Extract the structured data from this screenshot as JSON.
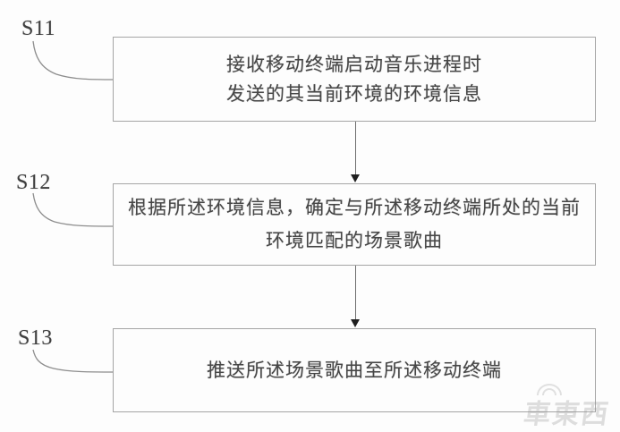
{
  "figure": {
    "type": "flowchart",
    "background": "#fdfdfd",
    "box_border_color": "#a5a5a5",
    "text_color": "#464646",
    "arrow_color": "#1f1f1f",
    "steps": [
      {
        "id": "S11",
        "lines": [
          "接收移动终端启动音乐进程时",
          "发送的其当前环境的环境信息"
        ]
      },
      {
        "id": "S12",
        "lines": [
          "根据所述环境信息，确定与所述移动终端所处的当前",
          "环境匹配的场景歌曲"
        ]
      },
      {
        "id": "S13",
        "lines": [
          "推送所述场景歌曲至所述移动终端"
        ]
      }
    ],
    "watermark": "車東西"
  }
}
